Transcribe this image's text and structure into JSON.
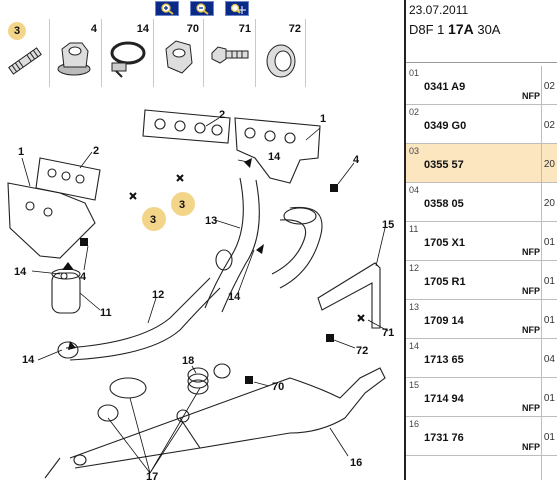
{
  "toolbar": {
    "buttons": [
      {
        "name": "zoom-in",
        "icon": "zoom-in-icon"
      },
      {
        "name": "zoom-out",
        "icon": "zoom-out-icon"
      },
      {
        "name": "zoom-pan",
        "icon": "zoom-pan-icon"
      }
    ]
  },
  "parts_bar": [
    "3",
    "4",
    "14",
    "70",
    "71",
    "72"
  ],
  "diagram": {
    "labels": [
      "1",
      "2",
      "3",
      "4",
      "11",
      "12",
      "13",
      "14",
      "15",
      "16",
      "17",
      "18",
      "70",
      "71",
      "72"
    ]
  },
  "header": {
    "date": "23.07.2011",
    "code_prefix": "D8F 1",
    "code_bold": "17A",
    "code_suffix": "30A"
  },
  "parts_list": [
    {
      "index": "01",
      "ref": "0341 A9",
      "nfp": "NFP",
      "qty": "02",
      "selected": false
    },
    {
      "index": "02",
      "ref": "0349 G0",
      "nfp": "",
      "qty": "02",
      "selected": false
    },
    {
      "index": "03",
      "ref": "0355 57",
      "nfp": "",
      "qty": "20",
      "selected": true
    },
    {
      "index": "04",
      "ref": "0358 05",
      "nfp": "",
      "qty": "20",
      "selected": false
    },
    {
      "index": "11",
      "ref": "1705 X1",
      "nfp": "NFP",
      "qty": "01",
      "selected": false
    },
    {
      "index": "12",
      "ref": "1705 R1",
      "nfp": "NFP",
      "qty": "01",
      "selected": false
    },
    {
      "index": "13",
      "ref": "1709 14",
      "nfp": "NFP",
      "qty": "01",
      "selected": false
    },
    {
      "index": "14",
      "ref": "1713 65",
      "nfp": "",
      "qty": "04",
      "selected": false
    },
    {
      "index": "15",
      "ref": "1714 94",
      "nfp": "NFP",
      "qty": "01",
      "selected": false
    },
    {
      "index": "16",
      "ref": "1731 76",
      "nfp": "NFP",
      "qty": "01",
      "selected": false
    }
  ],
  "colors": {
    "toolbar_button": "#0a2a8a",
    "selected_row": "#fbe6c0",
    "callout": "#f3d58a"
  }
}
